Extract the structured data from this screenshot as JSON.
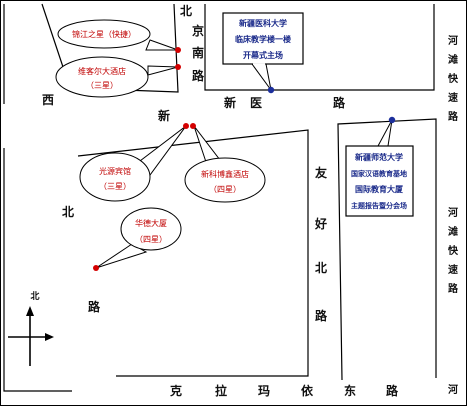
{
  "roads": {
    "xibei_xin": [
      "西",
      "北",
      "新",
      "路"
    ],
    "beijing_nan": [
      "北",
      "京",
      "南",
      "路"
    ],
    "xinyi": [
      "新",
      "医",
      "路"
    ],
    "youhao_bei": [
      "友",
      "好",
      "北",
      "路"
    ],
    "hetan_east": [
      "河",
      "滩",
      "快",
      "速",
      "路"
    ],
    "hetan_right": [
      "河",
      "滩",
      "快",
      "速",
      "路"
    ],
    "he_bottom": "河",
    "kelamayi_dong": [
      "克",
      "拉",
      "玛",
      "依",
      "东",
      "路"
    ]
  },
  "hotels": [
    {
      "name": "锦江之星（快捷）"
    },
    {
      "name": "维客尔大酒店",
      "grade": "（三星）"
    },
    {
      "name": "光源宾馆",
      "grade": "（三星）"
    },
    {
      "name": "新科博鑫酒店",
      "grade": "（四星）"
    },
    {
      "name": "华德大厦",
      "grade": "（四星）"
    }
  ],
  "venues": [
    {
      "lines": [
        "新疆医科大学",
        "临床教学楼一楼",
        "开幕式主场"
      ]
    },
    {
      "lines": [
        "新疆师范大学",
        "国家汉语教育基地",
        "国际教育大厦",
        "主题报告暨分会场"
      ]
    }
  ],
  "compass": {
    "label": "北"
  },
  "colors": {
    "marker_red": "#d40000",
    "marker_blue": "#1c2f9c",
    "hotel_text": "#c00000",
    "venue_text": "#1a2a8a"
  }
}
